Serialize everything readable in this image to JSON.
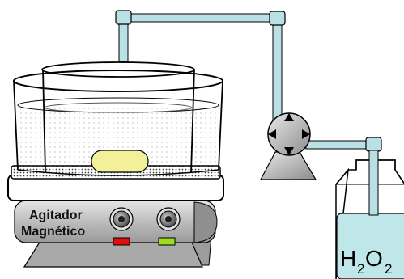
{
  "stirrer": {
    "label_line1": "Agitador",
    "label_line2": "Magnético"
  },
  "bottle": {
    "formula_h": "H",
    "formula_sub1": "2",
    "formula_o": "O",
    "formula_sub2": "2"
  },
  "colors": {
    "tube_fill": "#b9e0e4",
    "bottle_liquid": "#bfe7ea",
    "stir_bar": "#f3f09a",
    "stirrer_body": "#c8c8c8",
    "indicator_red": "#e01010",
    "indicator_green": "#9bdc1e",
    "outline": "#000000"
  },
  "icons": {
    "pump": "peristaltic-pump-icon",
    "knob": "knob-icon",
    "joint": "pipe-joint-icon"
  }
}
